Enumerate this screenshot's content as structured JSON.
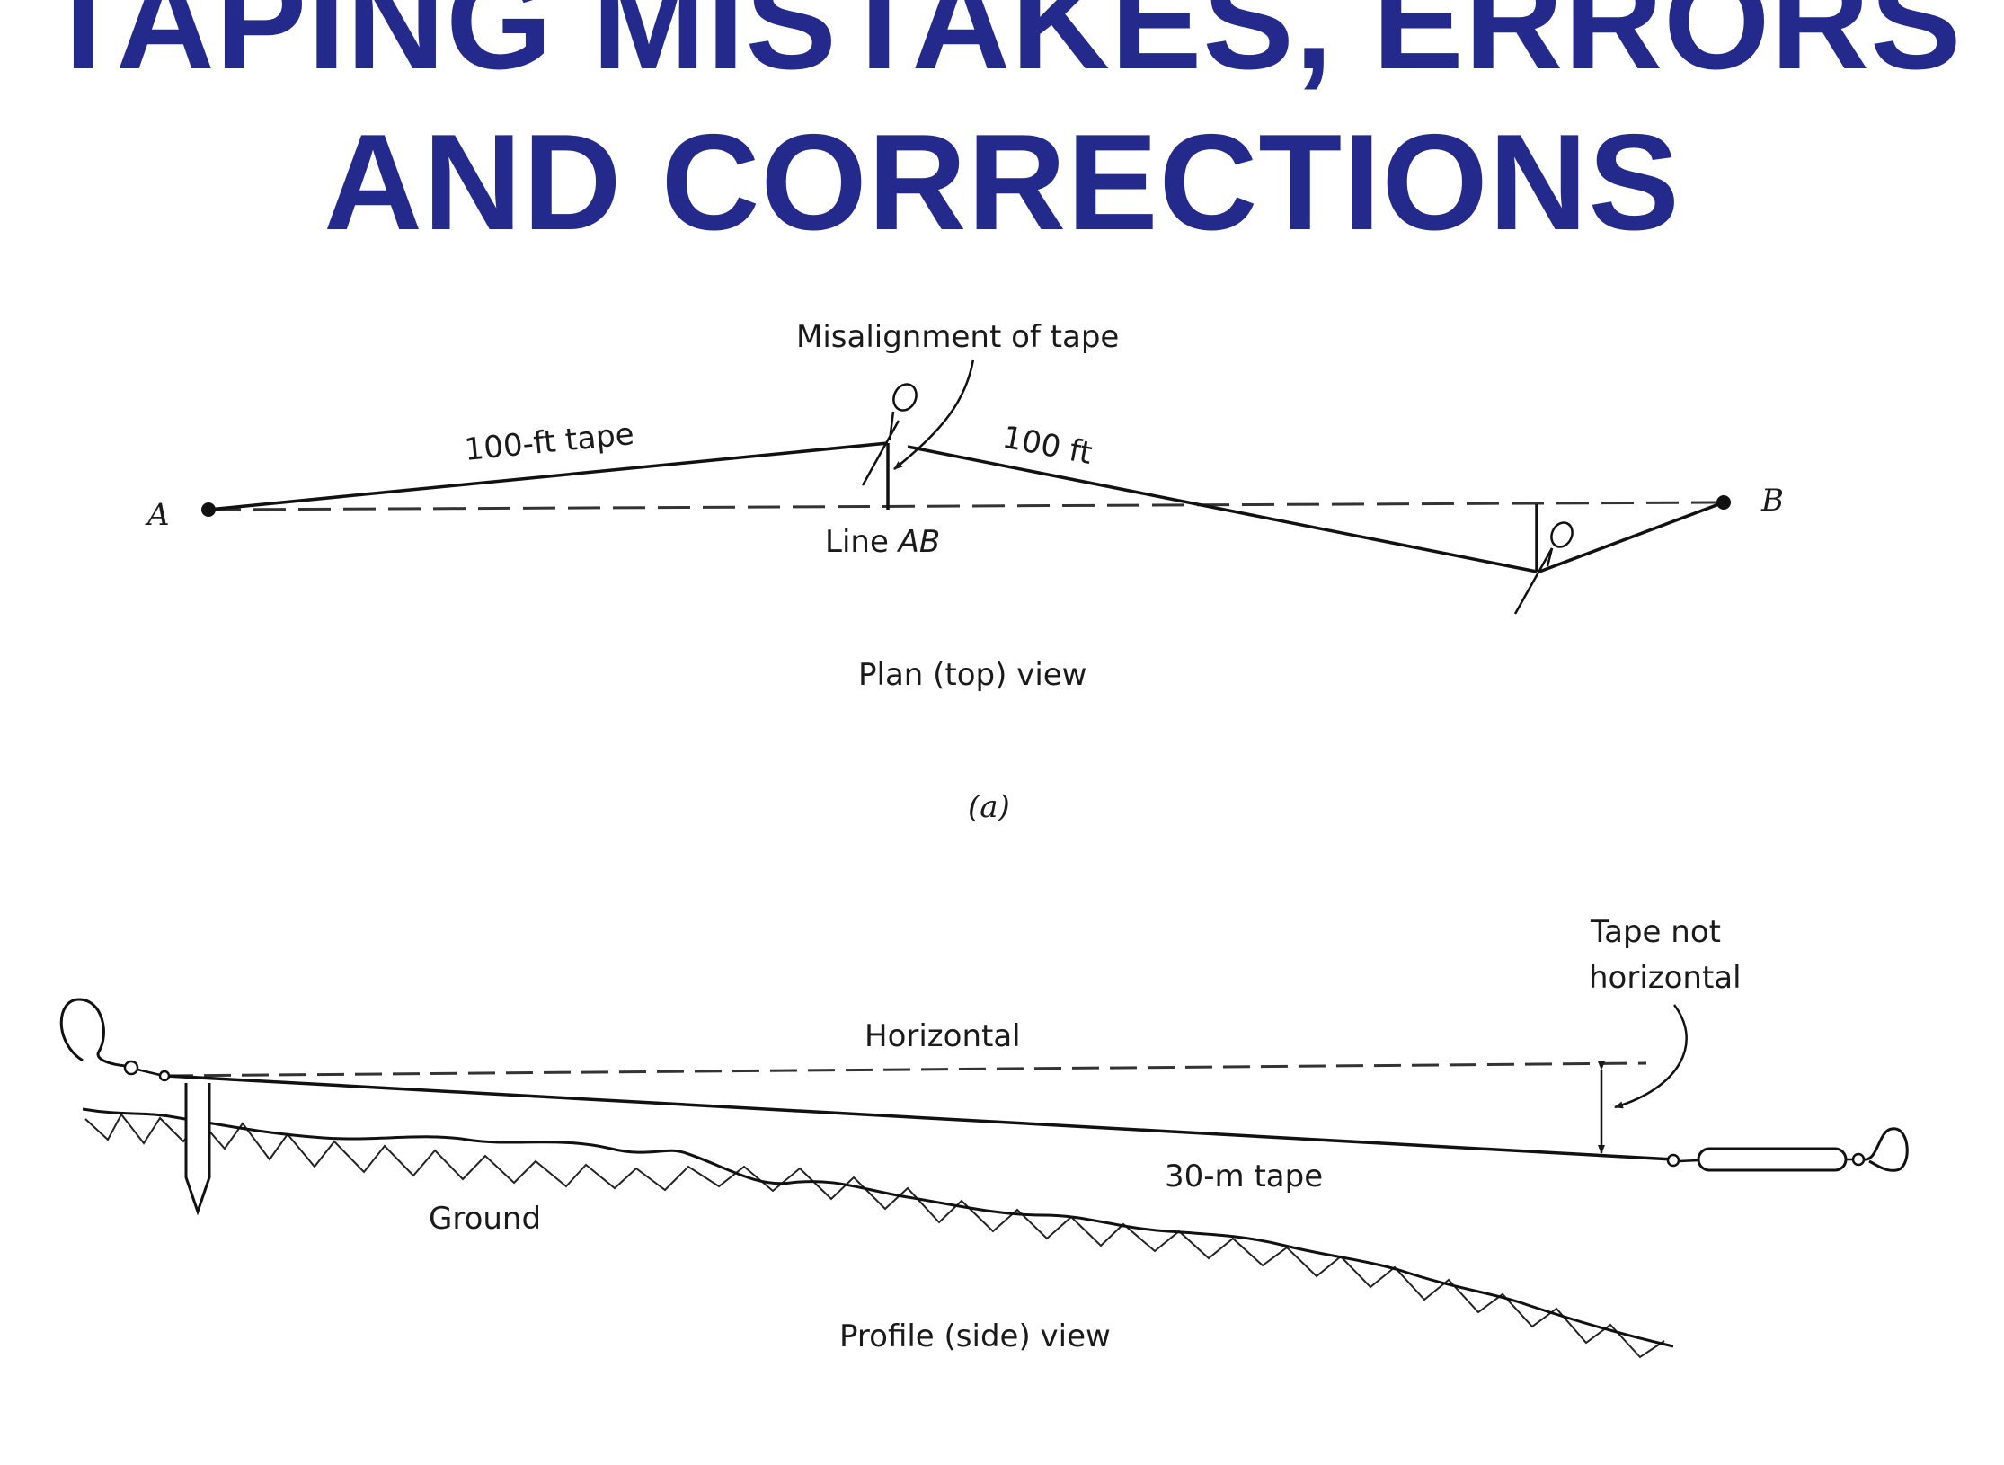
{
  "slide": {
    "title_line_1": "TAPING MISTAKES, ERRORS",
    "title_line_2": "AND CORRECTIONS",
    "title_color": "#232a8b"
  },
  "figure_a": {
    "point_a_label": "A",
    "point_b_label": "B",
    "tape_label": "100-ft tape",
    "segment_label": "100 ft",
    "misalignment_label": "Misalignment of tape",
    "line_label_prefix": "Line ",
    "line_label_name": "AB",
    "view_label": "Plan (top) view",
    "caption": "(a)"
  },
  "figure_b": {
    "horizontal_label": "Horizontal",
    "tape_not_horizontal_line_1": "Tape not",
    "tape_not_horizontal_line_2": "horizontal",
    "tape_label": "30-m tape",
    "ground_label": "Ground",
    "view_label": "Profile (side) view"
  }
}
